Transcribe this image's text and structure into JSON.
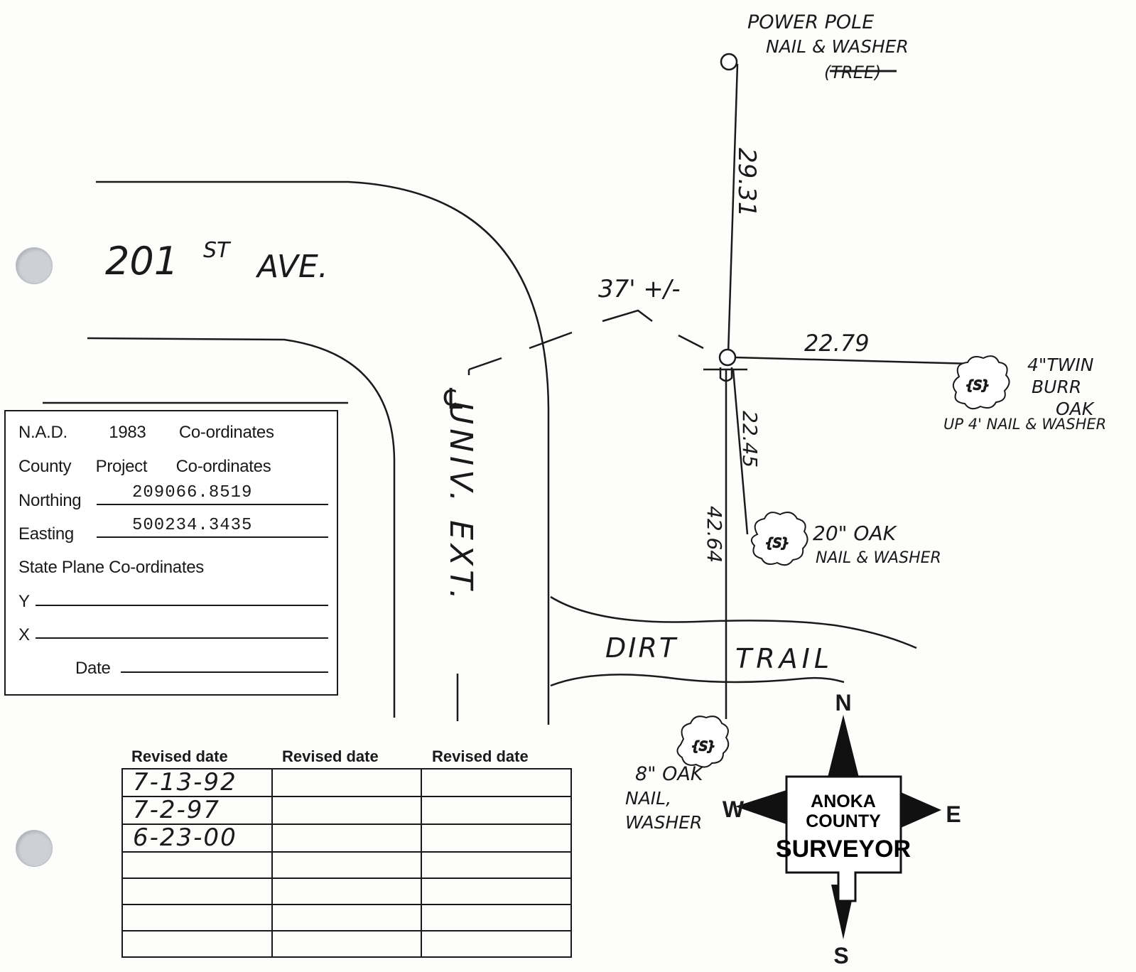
{
  "sketch": {
    "street_name": "201",
    "street_suffix": "ST",
    "street_type": "AVE.",
    "cross_street": "UNIV. EXT.",
    "centerline_symbol": "℄",
    "trail_label_1": "DIRT",
    "trail_label_2": "TRAIL",
    "distance_to_centerline": "37' +/-",
    "dist_north": "29.31",
    "dist_east": "22.79",
    "dist_se": "22.45",
    "dist_south": "42.64"
  },
  "references": {
    "power_pole": {
      "title": "POWER POLE",
      "detail": "NAIL & WASHER",
      "struck": "(TREE)"
    },
    "burr_oak": {
      "line1": "4\"TWIN",
      "line2": "BURR",
      "line3": "OAK",
      "line4": "UP 4'  NAIL & WASHER"
    },
    "oak_20": {
      "line1": "20\" OAK",
      "line2": "NAIL & WASHER"
    },
    "oak_8": {
      "line1": "8\" OAK",
      "line2": "NAIL,",
      "line3": "WASHER"
    }
  },
  "form": {
    "nad_label": "N.A.D.",
    "nad_year": "1983",
    "nad_coords": "Co-ordinates",
    "county_label": "County",
    "project_label": "Project",
    "project_coords": "Co-ordinates",
    "northing_label": "Northing",
    "northing_value": "209066.8519",
    "easting_label": "Easting",
    "easting_value": "500234.3435",
    "state_plane_label": "State Plane Co-ordinates",
    "y_label": "Y",
    "x_label": "X",
    "date_label": "Date"
  },
  "revisions": {
    "headers": [
      "Revised date",
      "Revised date",
      "Revised date"
    ],
    "rows": [
      [
        "7-13-92",
        "",
        ""
      ],
      [
        "7-2-97",
        "",
        ""
      ],
      [
        "6-23-00",
        "",
        ""
      ],
      [
        "",
        "",
        ""
      ],
      [
        "",
        "",
        ""
      ],
      [
        "",
        "",
        ""
      ],
      [
        "",
        "",
        ""
      ]
    ]
  },
  "compass": {
    "north": "N",
    "south": "S",
    "east": "E",
    "west": "W",
    "logo_line1": "ANOKA",
    "logo_line2": "COUNTY",
    "logo_line3": "SURVEYOR"
  }
}
